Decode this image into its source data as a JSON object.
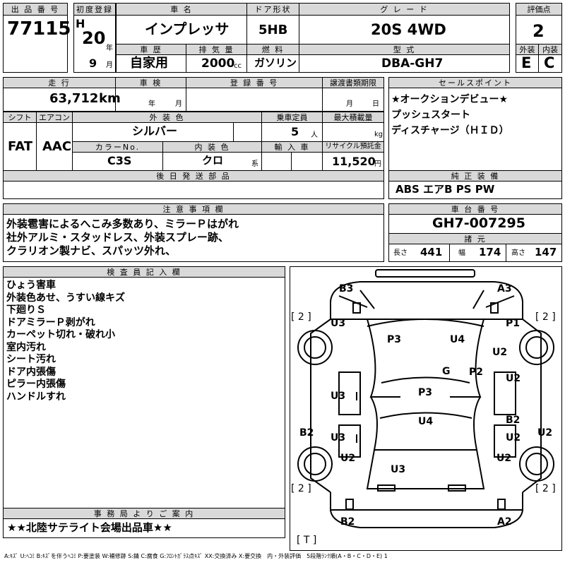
{
  "header": {
    "listing_no_label": "出 品 番 号",
    "listing_no": "77115",
    "first_reg_label": "初度登録",
    "era": "H",
    "year": "20",
    "year_unit": "年",
    "month": "9",
    "month_unit": "月",
    "car_name_label": "車 名",
    "car_name": "インプレッサ",
    "history_label": "車 歴",
    "history": "自家用",
    "displacement_label": "排 気 量",
    "displacement": "2000",
    "displacement_unit": "cc",
    "door_label": "ドア形状",
    "door": "5HB",
    "fuel_label": "燃 料",
    "fuel": "ガソリン",
    "grade_label": "グ レ ー ド",
    "grade": "20S 4WD",
    "model_label": "型 式",
    "model": "DBA-GH7",
    "score_label": "評価点",
    "score": "2",
    "ext_label": "外装",
    "ext": "E",
    "int_label": "内装",
    "int": "C"
  },
  "row2": {
    "mileage_label": "走 行",
    "mileage": "63,712",
    "mileage_unit": "km",
    "inspection_label": "車 検",
    "inspection_year_unit": "年",
    "inspection_month_unit": "月",
    "reg_no_label": "登 録 番 号",
    "transfer_label": "譲渡書類期限",
    "transfer_month_unit": "月",
    "transfer_day_unit": "日",
    "shift_label": "シフト",
    "shift": "FAT",
    "ac_label": "エアコン",
    "ac": "AAC",
    "ext_color_label": "外 装 色",
    "ext_color": "シルバー",
    "seats_label": "乗車定員",
    "seats": "5",
    "seats_unit": "人",
    "max_load_label": "最大積載量",
    "max_load_unit": "kg",
    "color_no_label": "カラーNo.",
    "color_no": "C3S",
    "int_color_label": "内 装 色",
    "int_color": "クロ",
    "int_color_unit": "系",
    "import_label": "輸 入 車",
    "recycle_label": "リサイクル預託金",
    "recycle": "11,520",
    "recycle_unit": "円",
    "later_parts_label": "後 日 発 送 部 品"
  },
  "sales": {
    "label": "セールスポイント",
    "lines": "★オークションデビュー★\nプッシュスタート\nディスチャージ（ＨＩＤ）"
  },
  "equipment": {
    "label": "純 正 装 備",
    "value": "ABS エアB PS PW"
  },
  "notes": {
    "label": "注 意 事 項 欄",
    "lines": "外装雹害によるへこみ多数あり、ミラーＰはがれ\n社外アルミ・スタッドレス、外装スプレー跡、\nクラリオン製ナビ、スパッツ外れ、"
  },
  "chassis": {
    "label": "車 台 番 号",
    "value": "GH7-007295",
    "spec_label": "諸 元",
    "length_label": "長さ",
    "length": "441",
    "width_label": "幅",
    "width": "174",
    "height_label": "高さ",
    "height": "147"
  },
  "inspector": {
    "label": "検 査 員 記 入 欄",
    "lines": "ひょう害車\n外装色あせ、うすい線キズ\n下廻りＳ\nドアミラーＰ剥がれ\nカーペット切れ・破れ小\n室内汚れ\nシート汚れ\nドア内張傷\nピラー内張傷\nハンドルすれ"
  },
  "office": {
    "label": "事 務 局 よ り ご 案 内",
    "value": "★★北陸サテライト会場出品車★★"
  },
  "damage_marks": {
    "b3": "B3",
    "a3": "A3",
    "l2a": "[ 2 ]",
    "r2a": "[ 2 ]",
    "u3a": "U3",
    "p1": "P1",
    "p3a": "P3",
    "u4a": "U4",
    "u2a": "U2",
    "g": "G",
    "p2": "P2",
    "u2b": "U2",
    "u3b": "U3",
    "p3b": "P3",
    "u4b": "U4",
    "b2a": "B2",
    "u2c": "U2",
    "b2b": "B2",
    "u3c": "U3",
    "r2b": "U2",
    "u2d": "U2",
    "u2e": "U2",
    "u3d": "U3",
    "l2b": "[ 2 ]",
    "r2c": "[ 2 ]",
    "b2c": "B2",
    "a2": "A2",
    "t": "[ T ]"
  },
  "legend": "A:ｷｽﾞ U:ﾍｺﾐ B:ｷｽﾞを伴うﾍｺﾐ P:要塗装 W:補修跡 S:錆 C:腐食 G:ﾌﾛﾝﾄｶﾞﾗｽ点ｷｽﾞ XX:交換済み X:要交換　内・外装評価　5段階ﾗﾝｸ順(A・B・C・D・E) 1"
}
